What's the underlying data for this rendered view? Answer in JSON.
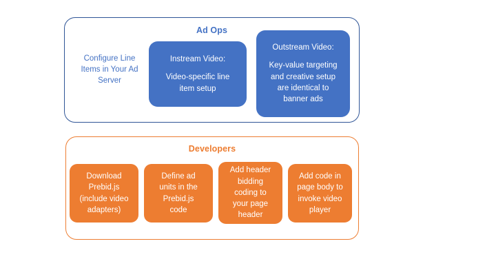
{
  "diagram": {
    "type": "two-swimlane-process-diagram",
    "background_color": "#FFFFFF",
    "accent_blue": "#4472C4",
    "accent_blue_border": "#2E5496",
    "accent_orange": "#ED7D31",
    "groups": [
      {
        "id": "ad-ops",
        "title": "Ad Ops",
        "title_color": "#4472C4",
        "border_color": "#2E5496",
        "nodes": [
          {
            "id": "configure-line-items",
            "style": "plain-text",
            "text_color": "#4472C4",
            "lines": [
              "Configure Line",
              "Items in Your Ad",
              "Server"
            ],
            "full_text": "Configure Line Items in Your Ad Server"
          },
          {
            "id": "instream-video",
            "style": "filled-blue",
            "fill": "#4472C4",
            "text_color": "#FFFFFF",
            "heading": "Instream Video:",
            "lines": [
              "Video-specific line",
              "item setup"
            ],
            "full_text": "Instream Video: Video-specific line item setup"
          },
          {
            "id": "outstream-video",
            "style": "filled-blue",
            "fill": "#4472C4",
            "text_color": "#FFFFFF",
            "heading": "Outstream Video:",
            "lines": [
              "Key-value targeting",
              "and creative setup",
              "are identical to",
              "banner ads"
            ],
            "full_text": "Outstream Video: Key-value targeting and creative setup are identical to banner ads"
          }
        ]
      },
      {
        "id": "developers",
        "title": "Developers",
        "title_color": "#ED7D31",
        "border_color": "#ED7D31",
        "nodes": [
          {
            "id": "download-prebid",
            "style": "filled-orange",
            "fill": "#ED7D31",
            "text_color": "#FFFFFF",
            "lines": [
              "Download",
              "Prebid.js",
              "(include video",
              "adapters)"
            ],
            "full_text": "Download Prebid.js (include video adapters)"
          },
          {
            "id": "define-ad-units",
            "style": "filled-orange",
            "fill": "#ED7D31",
            "text_color": "#FFFFFF",
            "lines": [
              "Define ad",
              "units in the",
              "Prebid.js",
              "code"
            ],
            "full_text": "Define ad units in the Prebid.js code"
          },
          {
            "id": "add-header-bidding-code",
            "style": "filled-orange",
            "fill": "#ED7D31",
            "text_color": "#FFFFFF",
            "lines": [
              "Add header",
              "bidding",
              "coding to",
              "your page",
              "header"
            ],
            "full_text": "Add header bidding coding to your page header"
          },
          {
            "id": "add-page-body-code",
            "style": "filled-orange",
            "fill": "#ED7D31",
            "text_color": "#FFFFFF",
            "lines": [
              "Add code in",
              "page body to",
              "invoke video",
              "player"
            ],
            "full_text": "Add code in page body to invoke video player"
          }
        ]
      }
    ]
  }
}
